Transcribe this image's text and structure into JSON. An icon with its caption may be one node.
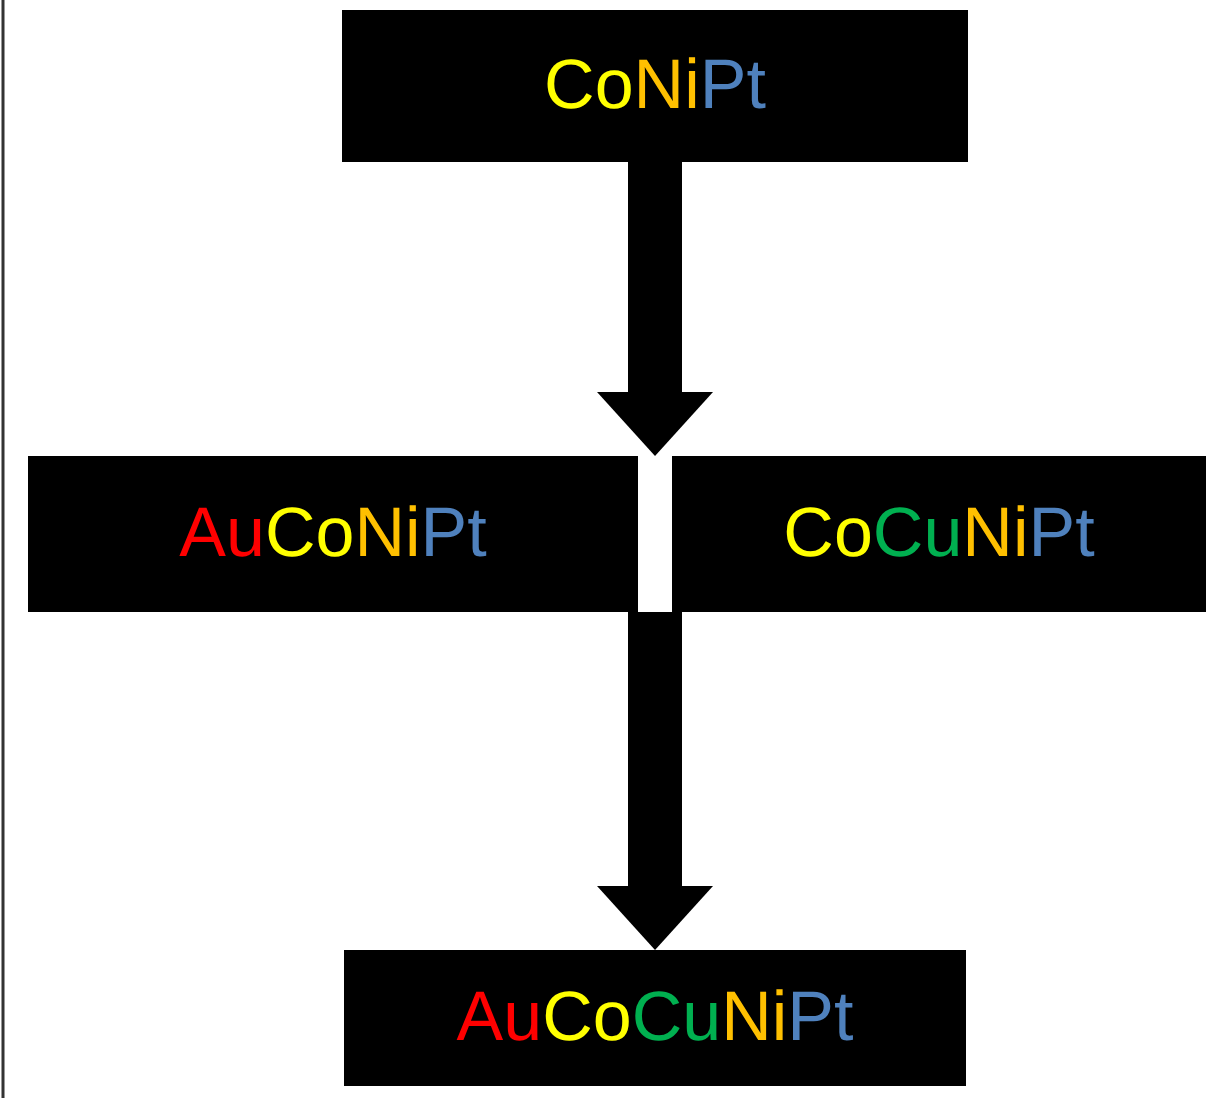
{
  "diagram": {
    "nodes": [
      {
        "text": [
          "CoNiPt"
        ]
      },
      {
        "text": [
          "AuCoNiPt"
        ]
      },
      {
        "text": [
          "CoCuNiPt"
        ]
      },
      {
        "text": [
          "AuCoCuNiPt"
        ]
      }
    ],
    "edges": [
      {
        "from": 0,
        "to": 1,
        "arrow": "to"
      },
      {
        "from": 0,
        "to": 2,
        "arrow": "to"
      },
      {
        "from": 1,
        "to": 3,
        "arrow": "to"
      },
      {
        "from": 2,
        "to": 3,
        "arrow": "to"
      }
    ]
  }
}
